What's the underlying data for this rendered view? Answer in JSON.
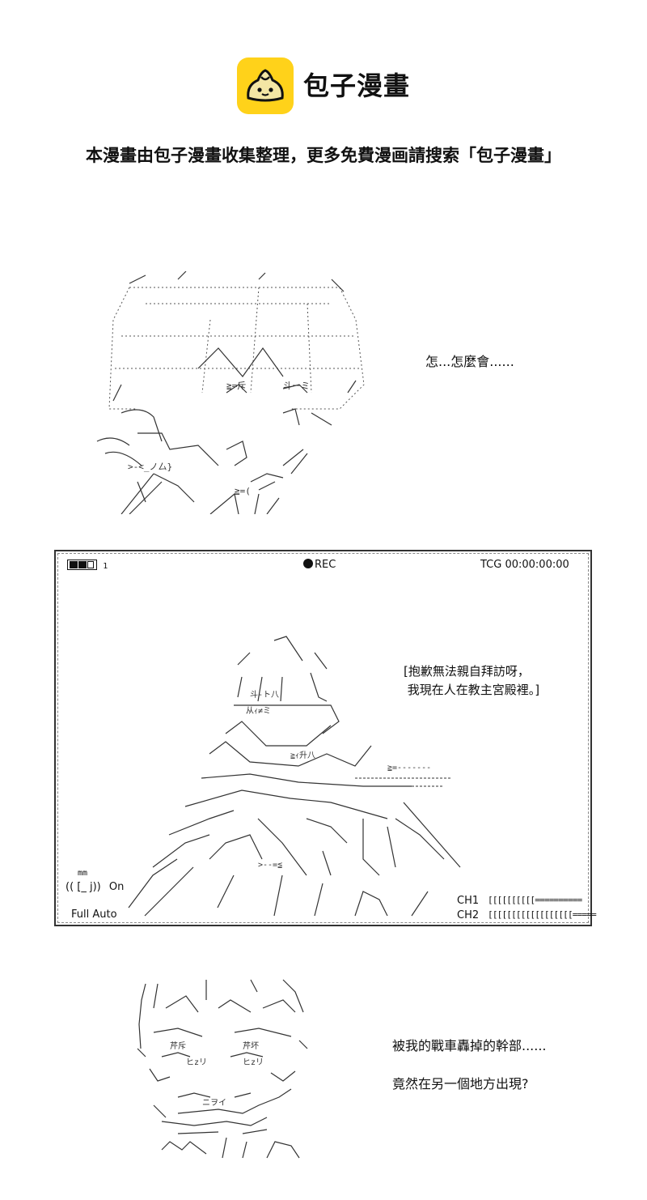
{
  "header": {
    "brand_name": "包子漫畫",
    "notice": "本漫畫由包子漫畫收集整理，更多免費漫画請搜索「包子漫畫」",
    "logo_colors": {
      "background": "#FFD21A",
      "face": "#F3E6A4",
      "outline": "#111111"
    }
  },
  "panels": [
    {
      "caption": "怎...怎麼會......"
    },
    {
      "hud": {
        "battery_label": "1",
        "rec_label": "REC",
        "timecode": "TCG  00:00:00:00",
        "mic_label": "mm",
        "mic_icon": "(( [_ j))",
        "mic_status": "On",
        "mode": "Full Auto",
        "ch1_label": "CH1",
        "ch1_meter": "[[[[[[[[[[==========",
        "ch2_label": "CH2",
        "ch2_meter": "[[[[[[[[[[[[[[[[[[=====",
        "dialog_line1": "[抱歉無法親自拜訪呀，",
        "dialog_line2": " 我現在人在教主宮殿裡。]"
      }
    },
    {
      "caption_line1": "被我的戰車轟掉的幹部......",
      "caption_line2": "竟然在另一個地方出現?"
    }
  ]
}
